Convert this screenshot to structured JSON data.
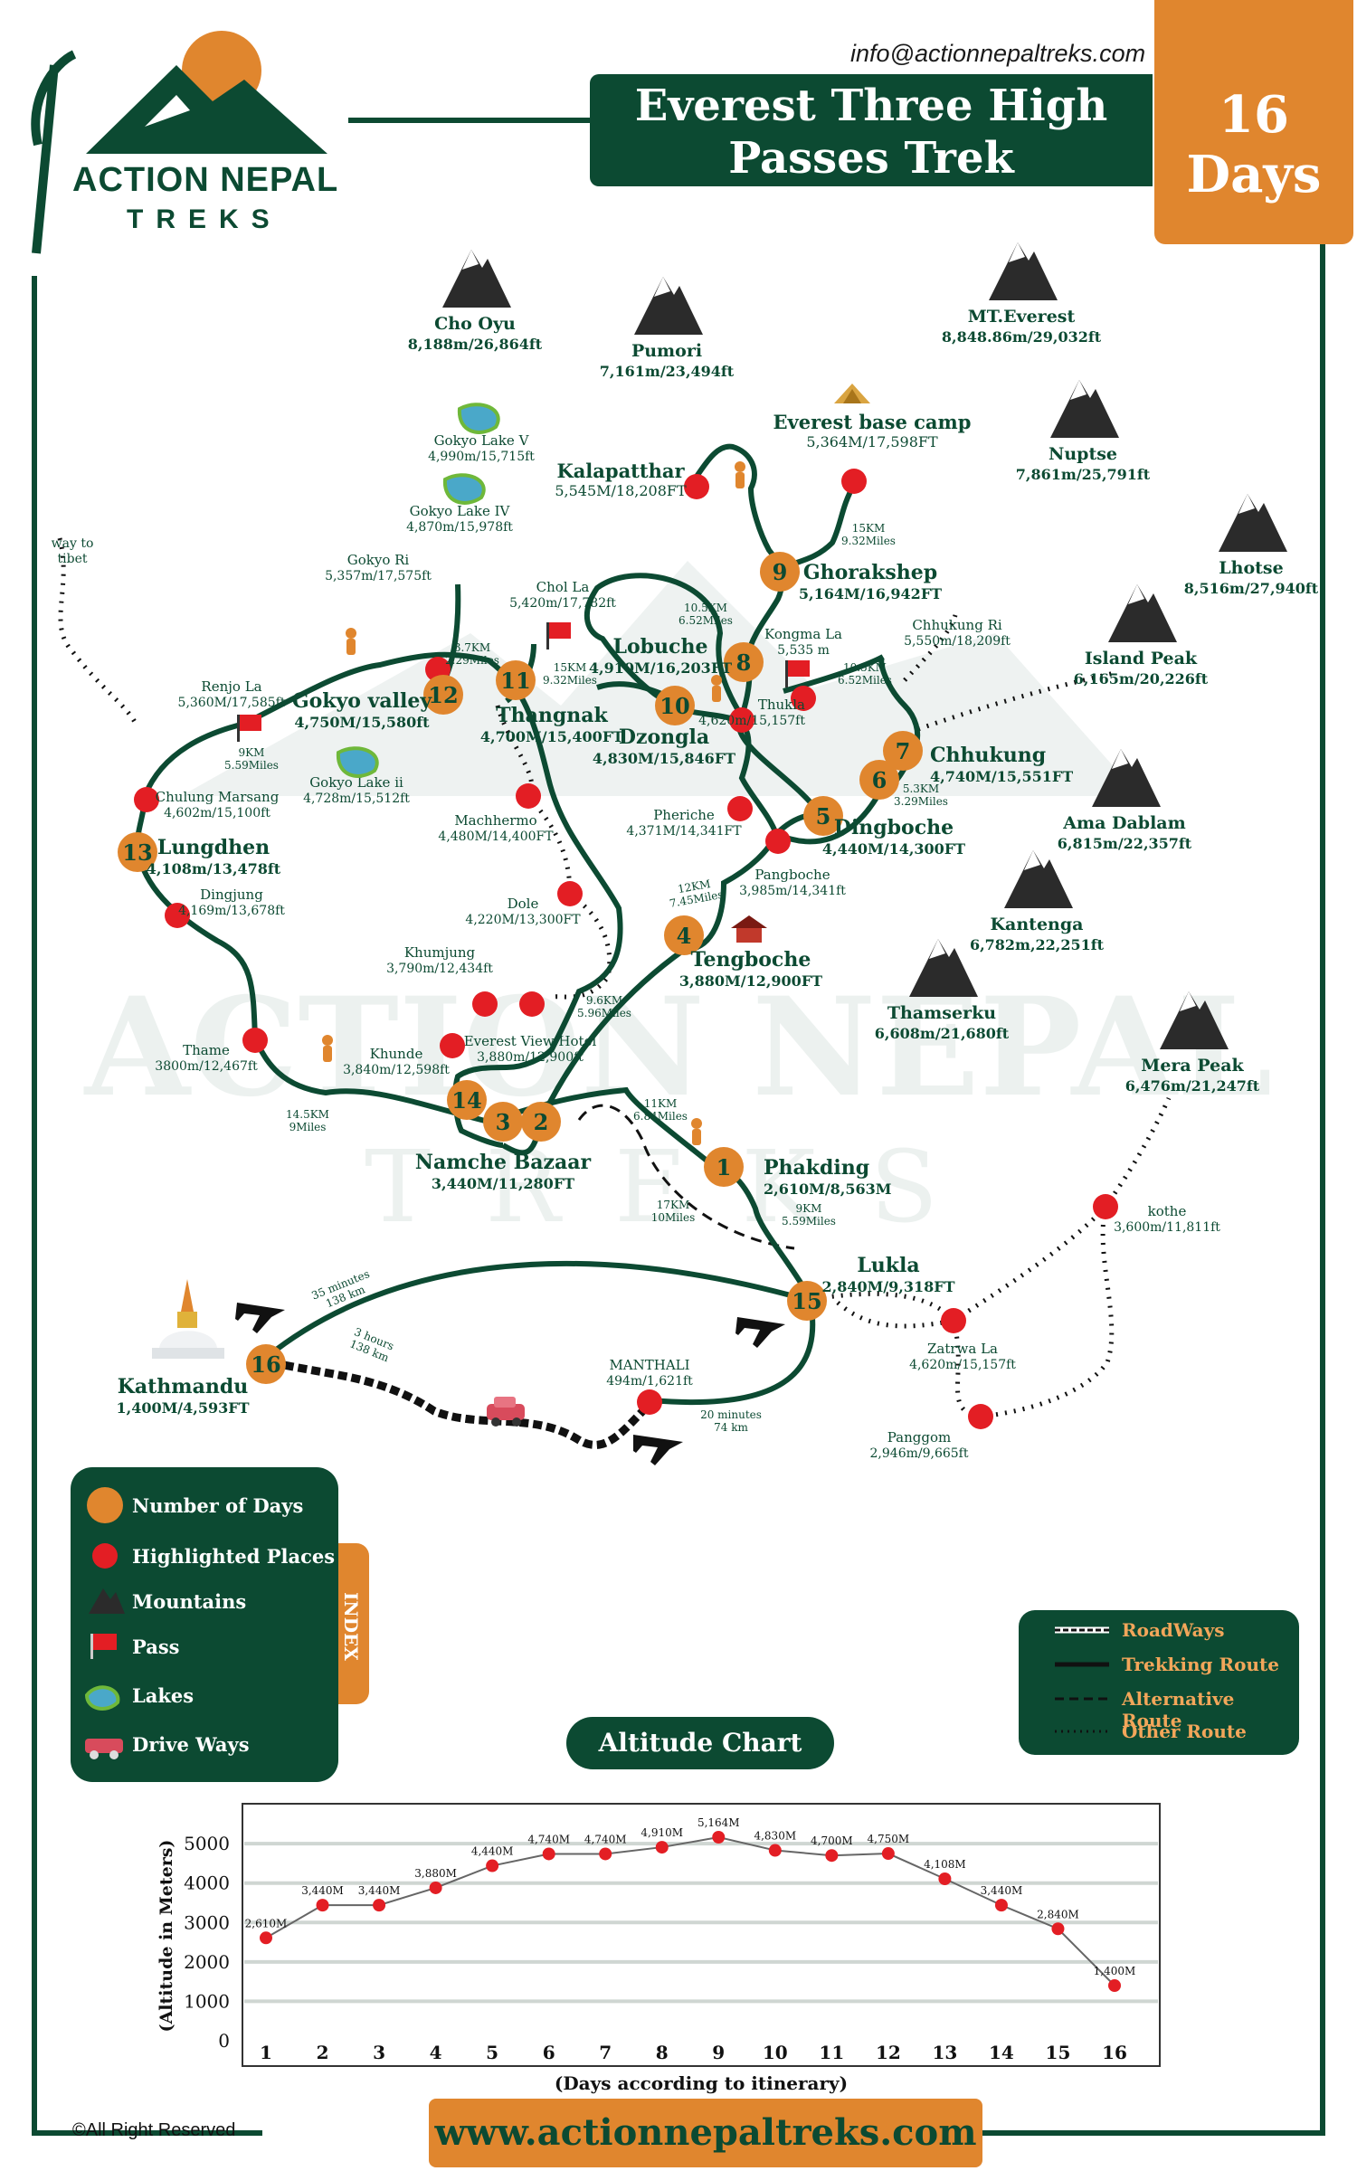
{
  "header": {
    "email": "info@actionnepaltreks.com",
    "title_line1": "Everest Three High",
    "title_line2": "Passes Trek",
    "days_number": "16",
    "days_label": "Days"
  },
  "logo": {
    "line1": "ACTION NEPAL",
    "line2": "TREKS"
  },
  "watermark": {
    "line1": "ACTION NEPAL",
    "line2": "TREKS"
  },
  "footer": {
    "copyright": "©All Right Reserved",
    "website": "www.actionnepaltreks.com"
  },
  "colors": {
    "green": "#0c4a32",
    "orange": "#e0862e",
    "red": "#e31e24"
  },
  "mountains": [
    {
      "name": "Cho Oyu",
      "alt": "8,188m/26,864ft"
    },
    {
      "name": "Pumori",
      "alt": "7,161m/23,494ft"
    },
    {
      "name": "MT.Everest",
      "alt": "8,848.86m/29,032ft"
    },
    {
      "name": "Nuptse",
      "alt": "7,861m/25,791ft"
    },
    {
      "name": "Lhotse",
      "alt": "8,516m/27,940ft"
    },
    {
      "name": "Island Peak",
      "alt": "6,165m/20,226ft"
    },
    {
      "name": "Ama Dablam",
      "alt": "6,815m/22,357ft"
    },
    {
      "name": "Kantenga",
      "alt": "6,782m,22,251ft"
    },
    {
      "name": "Thamserku",
      "alt": "6,608m/21,680ft"
    },
    {
      "name": "Mera Peak",
      "alt": "6,476m/21,247ft"
    }
  ],
  "stops": [
    {
      "day": "1",
      "name": "Phakding",
      "alt": "2,610M/8,563M"
    },
    {
      "day": "2",
      "name": "",
      "alt": ""
    },
    {
      "day": "3",
      "name": "Namche Bazaar",
      "alt": "3,440M/11,280FT"
    },
    {
      "day": "4",
      "name": "Tengboche",
      "alt": "3,880M/12,900FT"
    },
    {
      "day": "5",
      "name": "Dingboche",
      "alt": "4,440M/14,300FT"
    },
    {
      "day": "6",
      "name": "",
      "alt": ""
    },
    {
      "day": "7",
      "name": "Chhukung",
      "alt": "4,740M/15,551FT"
    },
    {
      "day": "8",
      "name": "Lobuche",
      "alt": "4,910M/16,203FT"
    },
    {
      "day": "9",
      "name": "Ghorakshep",
      "alt": "5,164M/16,942FT"
    },
    {
      "day": "10",
      "name": "Dzongla",
      "alt": "4,830M/15,846FT"
    },
    {
      "day": "11",
      "name": "Thangnak",
      "alt": "4,700M/15,400FT"
    },
    {
      "day": "12",
      "name": "Gokyo valley",
      "alt": "4,750M/15,580ft"
    },
    {
      "day": "13",
      "name": "Lungdhen",
      "alt": "4,108m/13,478ft"
    },
    {
      "day": "14",
      "name": "",
      "alt": ""
    },
    {
      "day": "15",
      "name": "Lukla",
      "alt": "2,840M/9,318FT"
    },
    {
      "day": "16",
      "name": "Kathmandu",
      "alt": "1,400M/4,593FT"
    }
  ],
  "places": [
    {
      "name": "Kalapatthar",
      "alt": "5,545M/18,208FT"
    },
    {
      "name": "Everest base camp",
      "alt": "5,364M/17,598FT"
    },
    {
      "name": "Kongma La",
      "alt": "5,535 m"
    },
    {
      "name": "Thukla",
      "alt": "4,620m/15,157ft"
    },
    {
      "name": "Chhukung Ri",
      "alt": "5,550m/18,209ft"
    },
    {
      "name": "Pheriche",
      "alt": "4,371M/14,341FT"
    },
    {
      "name": "Pangboche",
      "alt": "3,985m/14,341ft"
    },
    {
      "name": "Chol La",
      "alt": "5,420m/17,782ft"
    },
    {
      "name": "Gokyo Ri",
      "alt": "5,357m/17,575ft"
    },
    {
      "name": "Gokyo Lake V",
      "alt": "4,990m/15,715ft"
    },
    {
      "name": "Gokyo Lake IV",
      "alt": "4,870m/15,978ft"
    },
    {
      "name": "Gokyo Lake ii",
      "alt": "4,728m/15,512ft"
    },
    {
      "name": "Renjo La",
      "alt": "5,360M/17,585ft"
    },
    {
      "name": "Chulung Marsang",
      "alt": "4,602m/15,100ft"
    },
    {
      "name": "Dingjung",
      "alt": "4,169m/13,678ft"
    },
    {
      "name": "Machhermo",
      "alt": "4,480M/14,400FT"
    },
    {
      "name": "Dole",
      "alt": "4,220M/13,300FT"
    },
    {
      "name": "Khumjung",
      "alt": "3,790m/12,434ft"
    },
    {
      "name": "Everest View Hotel",
      "alt": "3,880m/12,900ft"
    },
    {
      "name": "Khunde",
      "alt": "3,840m/12,598ft"
    },
    {
      "name": "Thame",
      "alt": "3800m/12,467ft"
    },
    {
      "name": "kothe",
      "alt": "3,600m/11,811ft"
    },
    {
      "name": "Zatrwa La",
      "alt": "4,620m/15,157ft"
    },
    {
      "name": "Panggom",
      "alt": "2,946m/9,665ft"
    },
    {
      "name": "MANTHALI",
      "alt": "494m/1,621ft"
    }
  ],
  "segments": [
    {
      "l1": "15KM",
      "l2": "9.32Miles"
    },
    {
      "l1": "10.5KM",
      "l2": "6.52Miles"
    },
    {
      "l1": "10.5KM",
      "l2": "6.52Miles"
    },
    {
      "l1": "3.7KM",
      "l2": "2.29Miles"
    },
    {
      "l1": "15KM",
      "l2": "9.32Miles"
    },
    {
      "l1": "9KM",
      "l2": "5.59Miles"
    },
    {
      "l1": "5.3KM",
      "l2": "3.29Miles"
    },
    {
      "l1": "12KM",
      "l2": "7.45Miles"
    },
    {
      "l1": "9.6KM",
      "l2": "5.96Miles"
    },
    {
      "l1": "11KM",
      "l2": "6.84Miles"
    },
    {
      "l1": "14.5KM",
      "l2": "9Miles"
    },
    {
      "l1": "9KM",
      "l2": "5.59Miles"
    },
    {
      "l1": "17KM",
      "l2": "10Miles"
    },
    {
      "l1": "35 minutes",
      "l2": "138 km"
    },
    {
      "l1": "3 hours",
      "l2": "138 km"
    },
    {
      "l1": "20 minutes",
      "l2": "74 km"
    }
  ],
  "way_to_tibet": {
    "l1": "way to",
    "l2": "tibet"
  },
  "index": {
    "tab_label": "INDEX",
    "items": [
      "Number of Days",
      "Highlighted Places",
      "Mountains",
      "Pass",
      "Lakes",
      "Drive Ways"
    ]
  },
  "route_legend": {
    "items": [
      "RoadWays",
      "Trekking Route",
      "Alternative Route",
      "Other Route"
    ]
  },
  "chart_data": {
    "type": "line",
    "title": "Altitude Chart",
    "xlabel": "(Days according to itinerary)",
    "ylabel": "(Altitude in Meters)",
    "x": [
      1,
      2,
      3,
      4,
      5,
      6,
      7,
      8,
      9,
      10,
      11,
      12,
      13,
      14,
      15,
      16
    ],
    "values": [
      2610,
      3440,
      3440,
      3880,
      4440,
      4740,
      4740,
      4910,
      5164,
      4830,
      4700,
      4750,
      4108,
      3440,
      2840,
      1400
    ],
    "data_labels": [
      "2,610M",
      "3,440M",
      "3,440M",
      "3,880M",
      "4,440M",
      "4,740M",
      "4,740M",
      "4,910M",
      "5,164M",
      "4,830M",
      "4,700M",
      "4,750M",
      "4,108M",
      "3,440M",
      "2,840M",
      "1,400M"
    ],
    "yticks": [
      0,
      1000,
      2000,
      3000,
      4000,
      5000
    ],
    "ylim": [
      0,
      5600
    ],
    "grid": true
  }
}
